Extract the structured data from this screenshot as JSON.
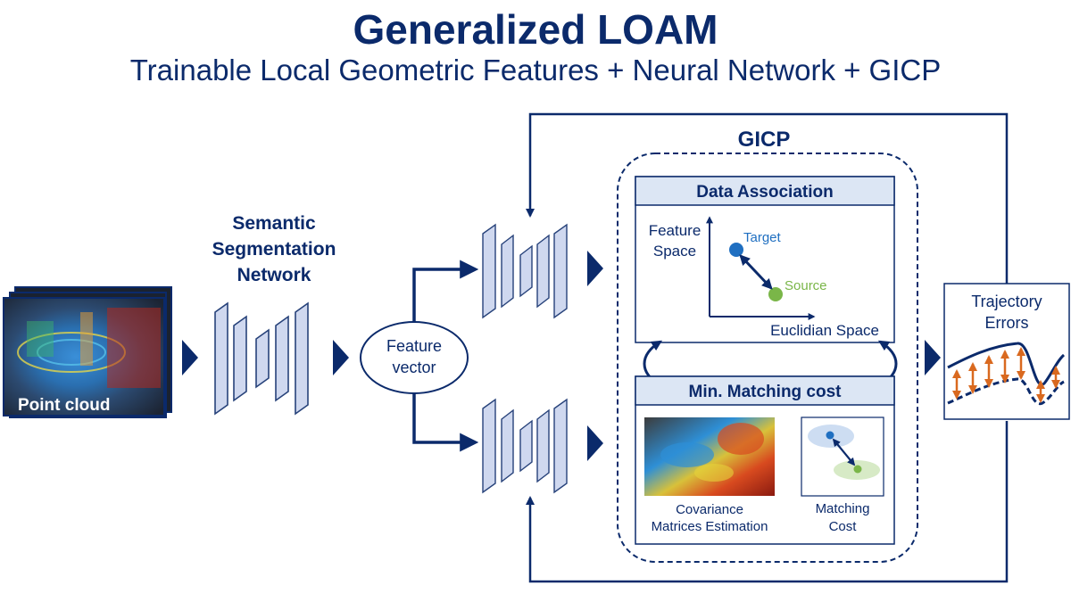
{
  "title": "Generalized LOAM",
  "subtitle": "Trainable Local Geometric Features + Neural Network + GICP",
  "point_cloud_label": "Point cloud",
  "segmentation_label": [
    "Semantic",
    "Segmentation",
    "Network"
  ],
  "feature_vector_label": [
    "Feature",
    "vector"
  ],
  "gicp": {
    "title": "GICP",
    "data_association": {
      "header": "Data Association",
      "y_axis_label": [
        "Feature",
        "Space"
      ],
      "x_axis_label": "Euclidian Space",
      "target_label": "Target",
      "source_label": "Source"
    },
    "matching": {
      "header": "Min. Matching cost",
      "covariance_label": [
        "Covariance",
        "Matrices Estimation"
      ],
      "matching_cost_label": [
        "Matching",
        "Cost"
      ]
    }
  },
  "trajectory_label": [
    "Trajectory",
    "Errors"
  ],
  "colors": {
    "navy": "#0b2a6b",
    "net_fill": "#cfd8ef",
    "net_stroke": "#27427a",
    "header_fill": "#dce6f4",
    "target": "#1f6fc1",
    "source": "#7ab648",
    "error_arrow": "#d9691f"
  }
}
